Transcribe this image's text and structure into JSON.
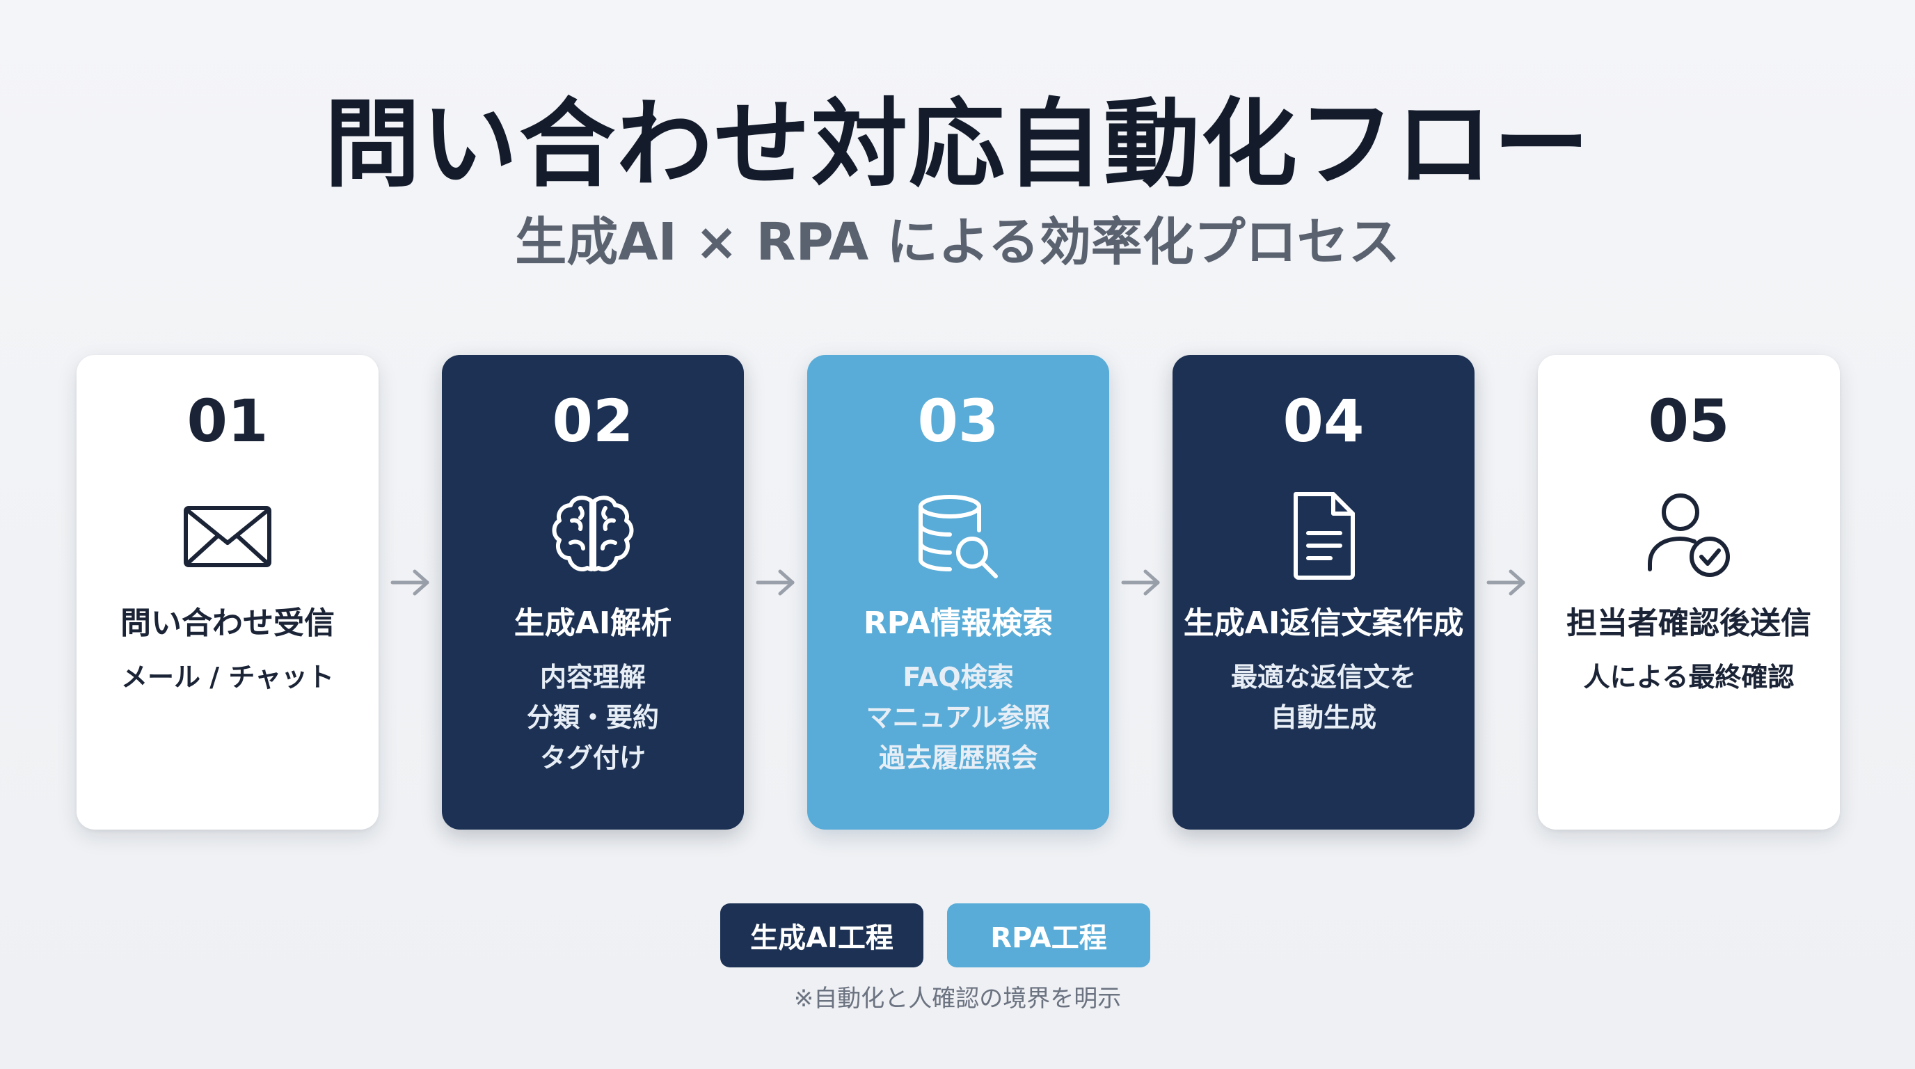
{
  "title": "問い合わせ対応自動化フロー",
  "subtitle": "生成AI × RPA による効率化プロセス",
  "steps": [
    {
      "number": "01",
      "icon": "envelope-icon",
      "heading": "問い合わせ受信",
      "lines": [
        "メール / チャット"
      ],
      "style": "white"
    },
    {
      "number": "02",
      "icon": "brain-icon",
      "heading": "生成AI解析",
      "lines": [
        "内容理解",
        "分類・要約",
        "タグ付け"
      ],
      "style": "navy"
    },
    {
      "number": "03",
      "icon": "database-search-icon",
      "heading": "RPA情報検索",
      "lines": [
        "FAQ検索",
        "マニュアル参照",
        "過去履歴照会"
      ],
      "style": "blue"
    },
    {
      "number": "04",
      "icon": "document-icon",
      "heading": "生成AI返信文案作成",
      "lines": [
        "最適な返信文を",
        "自動生成"
      ],
      "style": "navy"
    },
    {
      "number": "05",
      "icon": "user-check-icon",
      "heading": "担当者確認後送信",
      "lines": [
        "人による最終確認"
      ],
      "style": "white"
    }
  ],
  "legend": {
    "ai_label": "生成AI工程",
    "rpa_label": "RPA工程"
  },
  "note": "※自動化と人確認の境界を明示",
  "colors": {
    "navy": "#1c3153",
    "blue": "#58acd7",
    "white": "#ffffff",
    "title": "#141c2c",
    "arrow": "#9aa0aa"
  }
}
